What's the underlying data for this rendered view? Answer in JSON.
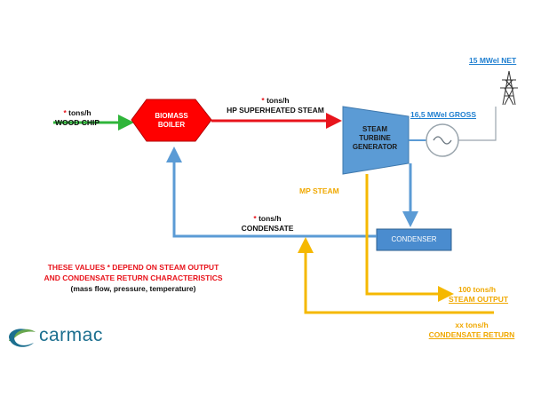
{
  "wood_chip": {
    "flow": "tons/h",
    "name": "WOOD CHIP"
  },
  "boiler": {
    "label_1": "BIOMASS",
    "label_2": "BOILER"
  },
  "hp_steam": {
    "flow": "tons/h",
    "name": "HP SUPERHEATED STEAM"
  },
  "turbine": {
    "label_1": "STEAM",
    "label_2": "TURBINE",
    "label_3": "GENERATOR"
  },
  "gross_output": "16,5 MWel GROSS",
  "net_output": "15 MWel NET",
  "mp_steam": "MP STEAM",
  "condensate": {
    "flow": "tons/h",
    "name": "CONDENSATE"
  },
  "condenser": "CONDENSER",
  "note": {
    "line_1": "THESE VALUES * DEPEND ON STEAM OUTPUT",
    "line_2": "AND CONDENSATE RETURN CHARACTERISTICS",
    "line_3": "(mass flow, pressure, temperature)"
  },
  "steam_output": {
    "flow": "100 tons/h",
    "name": "STEAM OUTPUT"
  },
  "condensate_return": {
    "flow": "xx tons/h",
    "name": "CONDENSATE RETURN"
  },
  "asterisk": "*",
  "logo": "carmac",
  "colors": {
    "wood_chip_line": "#2fb53a",
    "hp_steam_line": "#e8141c",
    "boiler_fill": "#ff0000",
    "turbine_fill": "#5b9bd5",
    "condenser_fill": "#4a8ccf",
    "condensate_line": "#5b9bd5",
    "mp_steam_line": "#f5b800",
    "logo_teal": "#1c6f8f",
    "logo_green": "#6aa84f"
  }
}
